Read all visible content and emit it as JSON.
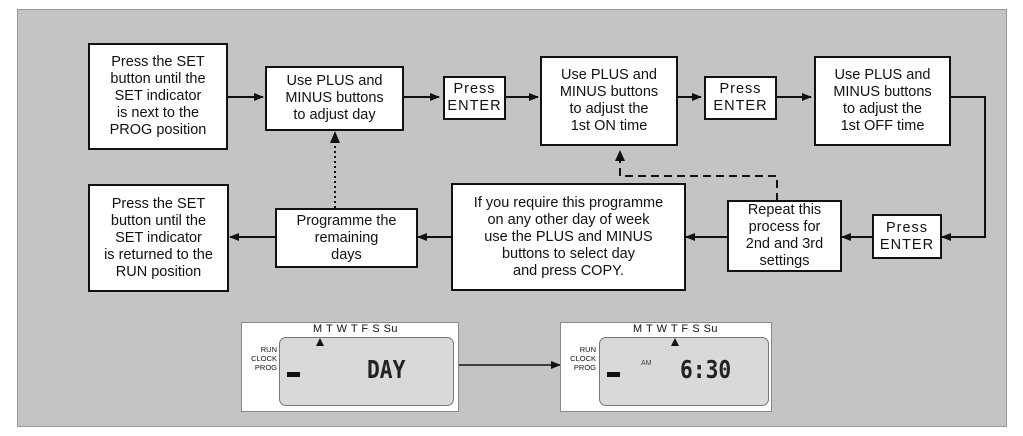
{
  "steps": {
    "set_prog": "Press the SET\nbutton until the\nSET indicator\nis next to the\nPROG position",
    "adjust_day": "Use PLUS and\nMINUS buttons\nto adjust day",
    "press_enter_1": "Press\nENTER",
    "adjust_on": "Use PLUS and\nMINUS buttons\nto adjust the\n1st ON time",
    "press_enter_2": "Press\nENTER",
    "adjust_off": "Use PLUS and\nMINUS buttons\nto adjust the\n1st OFF time",
    "press_enter_3": "Press\nENTER",
    "repeat": "Repeat this\nprocess for\n2nd and 3rd\nsettings",
    "copy": "If you require this programme\non any other day of week\nuse the PLUS and MINUS\nbuttons to select day\nand press COPY.",
    "remaining": "Programme the\nremaining\ndays",
    "set_run": "Press the SET\nbutton until the\nSET indicator\nis returned to the\nRUN position"
  },
  "lcd_left": {
    "days": "M T W T F S Su",
    "modes": "RUN\nCLOCK\nPROG",
    "readout": "DAY"
  },
  "lcd_right": {
    "days": "M T W T F S Su",
    "modes": "RUN\nCLOCK\nPROG",
    "am_label": "AM",
    "readout": "6:30"
  }
}
